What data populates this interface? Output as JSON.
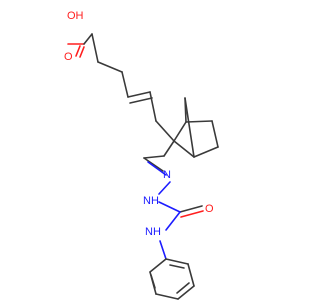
{
  "colors": {
    "background": "#ffffff",
    "bond": "#3a3a3a",
    "oxygen": "#ff1f1f",
    "nitrogen": "#1c1cff"
  },
  "labels": {
    "acid_o": "O",
    "acid_oh": "OH",
    "azo_n": "N",
    "hydrazine_nh": "NH",
    "carbonyl_o": "O",
    "amide_nh": "NH"
  }
}
